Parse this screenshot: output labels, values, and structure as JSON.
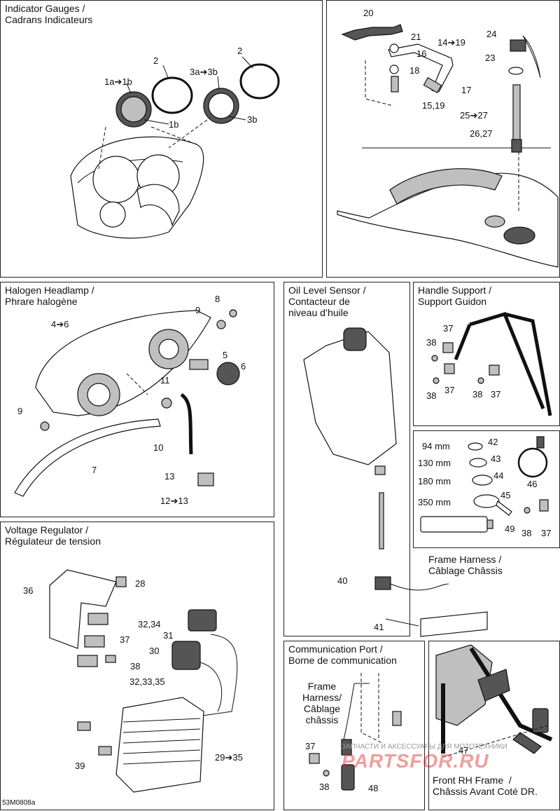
{
  "panels": {
    "gauges": {
      "title": "Indicator Gauges /\nCadrans Indicateurs"
    },
    "headlamp": {
      "title": "Halogen Headlamp /\nPhrare halogène"
    },
    "regulator": {
      "title": "Voltage Regulator /\nRégulateur de tension"
    },
    "oil": {
      "title": "Oil Level Sensor /\nContacteur de\nniveau d’huile"
    },
    "handle": {
      "title": "Handle Support /\nSupport Guidon"
    },
    "comm": {
      "title": "Communication Port /\nBorne de communication"
    },
    "frame_harness": {
      "title": "Frame Harness /\nCâblage Châssis"
    },
    "front_rh": {
      "title": "Front RH Frame  /\nChâssis Avant Coté DR."
    }
  },
  "labels": {
    "gauges": [
      "1a➔1b",
      "2",
      "3a➔3b",
      "2",
      "1b",
      "3b"
    ],
    "top_right": [
      "20",
      "21",
      "16",
      "18",
      "14➔19",
      "17",
      "15,19",
      "24",
      "23",
      "25➔27",
      "26,27"
    ],
    "headlamp": [
      "8",
      "9",
      "4➔6",
      "5",
      "6",
      "11",
      "9",
      "10",
      "7",
      "13",
      "12➔13"
    ],
    "regulator": [
      "36",
      "28",
      "32,34",
      "31",
      "37",
      "30",
      "38",
      "32,33,35",
      "39",
      "29➔35"
    ],
    "oil": [
      "40",
      "41"
    ],
    "handle": [
      "37",
      "38",
      "38",
      "37",
      "38",
      "37"
    ],
    "ties": [
      "94 mm",
      "42",
      "130 mm",
      "43",
      "180 mm",
      "44",
      "350 mm",
      "45",
      "46",
      "49",
      "38",
      "37"
    ],
    "comm": [
      "Frame\nHarness/\nCâblage\nchâssis",
      "37",
      "38",
      "48"
    ],
    "front_rh": [
      "47"
    ]
  },
  "footer": {
    "code": "53M0808a"
  },
  "watermark": {
    "line1": "ЗАПЧАСТИ И АКСЕССУАРЫ ДЛЯ МОТОТЕХНИКИ",
    "line2": "PARTSFOR.RU"
  }
}
